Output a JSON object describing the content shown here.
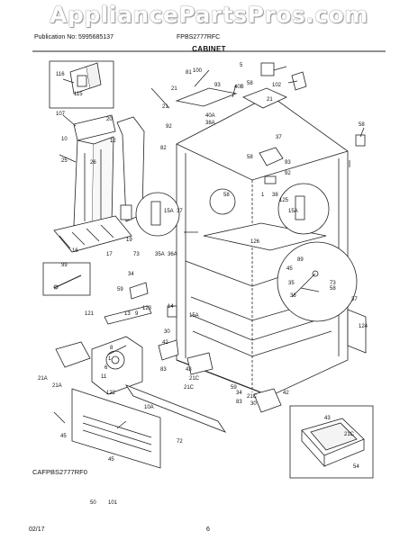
{
  "watermark": "AppliancePartsPros.com",
  "header": {
    "publication": "Publication No: 5995685137",
    "model": "FPBS2777RFC"
  },
  "title": "CABINET",
  "diagram_code": "CAFPBS2777RF0",
  "footer": {
    "date": "02/17",
    "page": "6"
  },
  "callouts": [
    "116",
    "115",
    "107",
    "20",
    "10",
    "12",
    "25",
    "26",
    "19",
    "17",
    "16",
    "99",
    "21A",
    "121",
    "13",
    "9",
    "1",
    "6",
    "11",
    "14",
    "15A",
    "123",
    "8",
    "122",
    "21A",
    "45",
    "10A",
    "72",
    "45",
    "73",
    "34",
    "35A",
    "36A",
    "59",
    "30",
    "42",
    "83",
    "43",
    "21C",
    "21C",
    "5",
    "102",
    "100",
    "81",
    "21",
    "93",
    "40B",
    "58",
    "21",
    "40A",
    "92",
    "38A",
    "82",
    "37",
    "21",
    "58",
    "93",
    "92",
    "38",
    "1",
    "58",
    "37",
    "126",
    "15A",
    "125",
    "15A",
    "37",
    "124",
    "89",
    "45",
    "73",
    "58",
    "35",
    "36",
    "59",
    "34",
    "21C",
    "30",
    "42",
    "83",
    "43",
    "21C",
    "54",
    "58",
    "50",
    "101"
  ]
}
